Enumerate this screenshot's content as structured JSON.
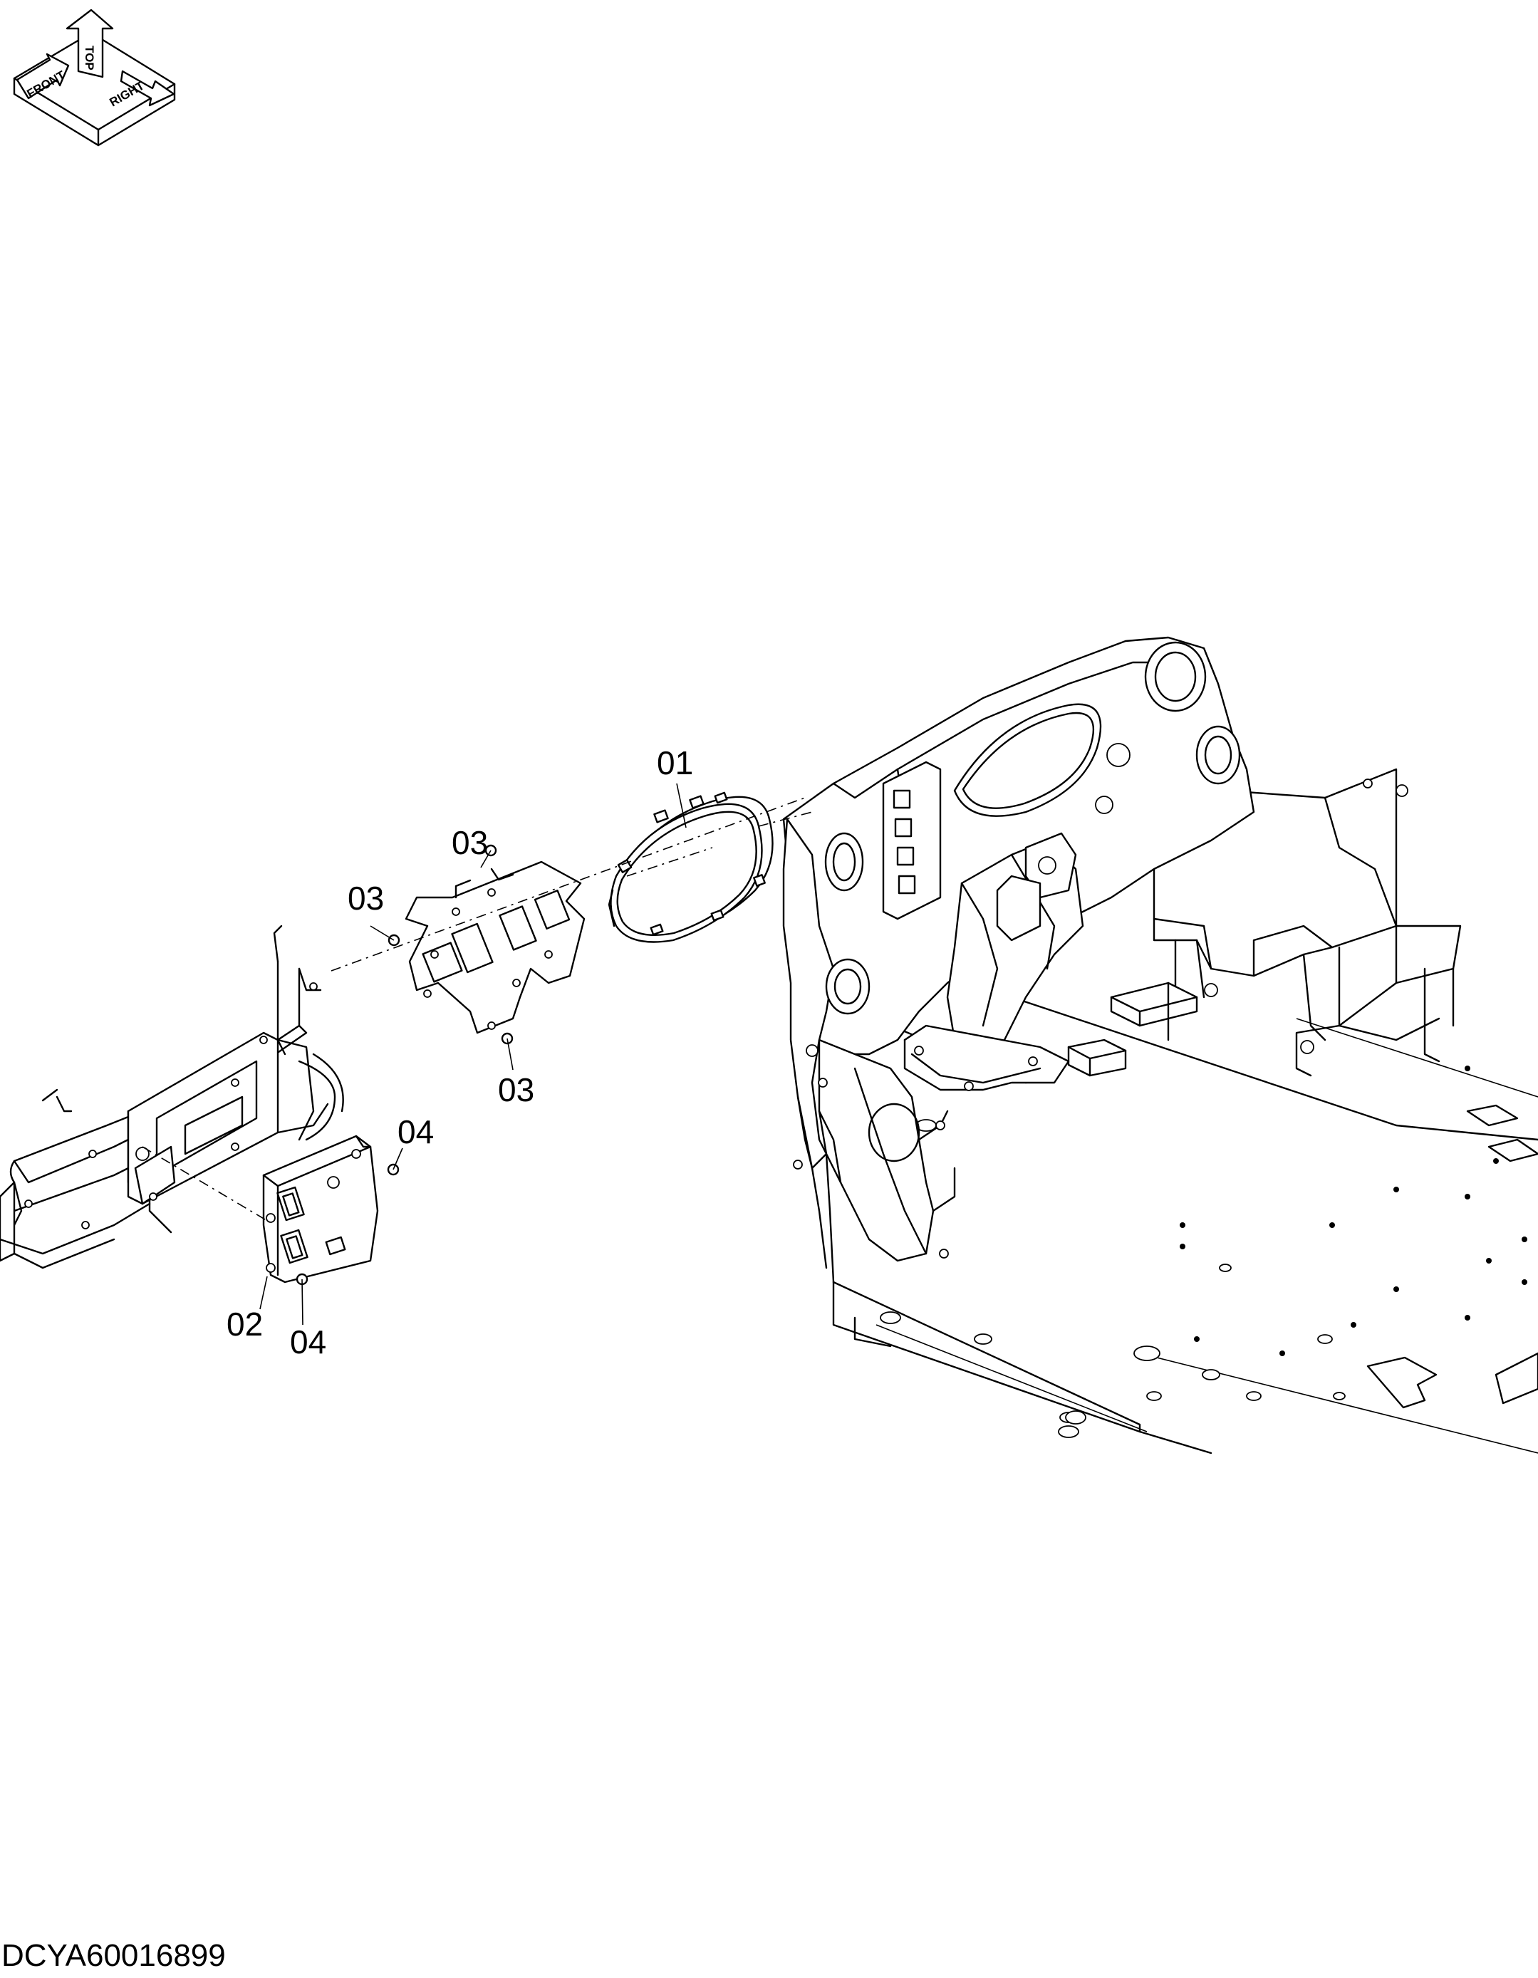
{
  "document_id": "DCYA60016899",
  "orientation": {
    "top": "TOP",
    "front": "FRONT",
    "right": "RIGHT"
  },
  "callouts": {
    "c01": "01",
    "c02": "02",
    "c03a": "03",
    "c03b": "03",
    "c03c": "03",
    "c04a": "04",
    "c04b": "04"
  }
}
